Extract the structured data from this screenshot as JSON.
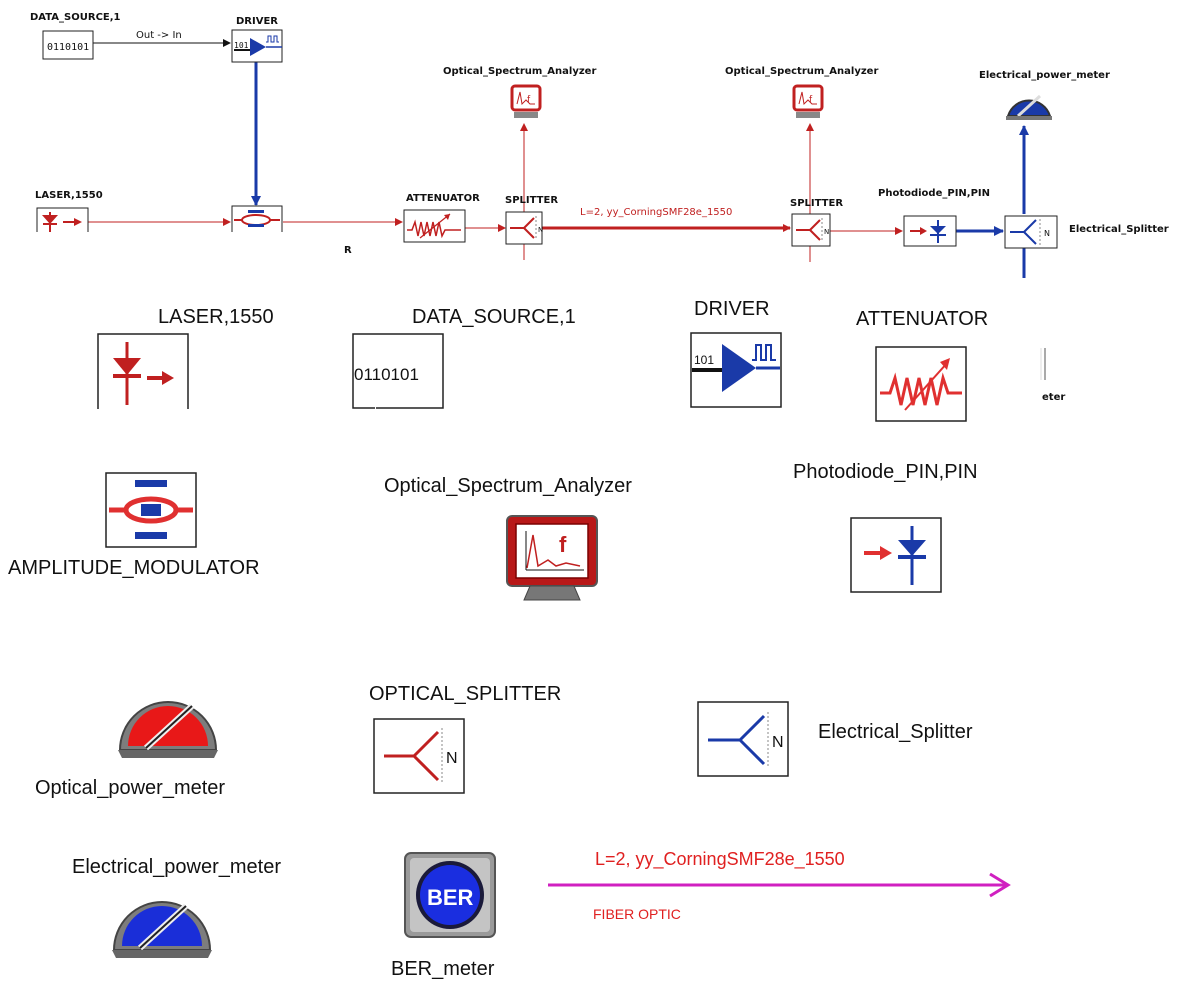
{
  "schematic": {
    "data_source_label": "DATA_SOURCE,1",
    "data_source_bits": "0110101",
    "out_in_label": "Out -> In",
    "driver_label": "DRIVER",
    "driver_code": "101",
    "laser_label": "LASER,1550",
    "attenuator_label": "ATTENUATOR",
    "splitter1_label": "SPLITTER",
    "splitter2_label": "SPLITTER",
    "osa1_label": "Optical_Spectrum_Analyzer",
    "osa2_label": "Optical_Spectrum_Analyzer",
    "fiber_label": "L=2, yy_CorningSMF28e_1550",
    "r_label": "R",
    "pin_label": "Photodiode_PIN,PIN",
    "epm_label": "Electrical_power_meter",
    "esplit_label": "Electrical_Splitter",
    "n_mark": "N"
  },
  "legend": {
    "laser": "LASER,1550",
    "data_source": "DATA_SOURCE,1",
    "data_source_bits": "0110101",
    "driver": "DRIVER",
    "driver_code": "101",
    "attenuator": "ATTENUATOR",
    "clipped_label": "eter",
    "amplitude_modulator": "AMPLITUDE_MODULATOR",
    "osa": "Optical_Spectrum_Analyzer",
    "osa_f": "f",
    "photodiode": "Photodiode_PIN,PIN",
    "optical_power_meter": "Optical_power_meter",
    "optical_splitter": "OPTICAL_SPLITTER",
    "electrical_splitter": "Electrical_Splitter",
    "electrical_power_meter": "Electrical_power_meter",
    "ber_icon_text": "BER",
    "ber_meter": "BER_meter",
    "fiber_label": "L=2, yy_CorningSMF28e_1550",
    "fiber_optic": "FIBER OPTIC",
    "n_mark": "N"
  },
  "colors": {
    "optical": "#c02020",
    "electrical": "#1a3aa8",
    "fiber_legend": "#d020c0",
    "icon_border": "#222222"
  }
}
